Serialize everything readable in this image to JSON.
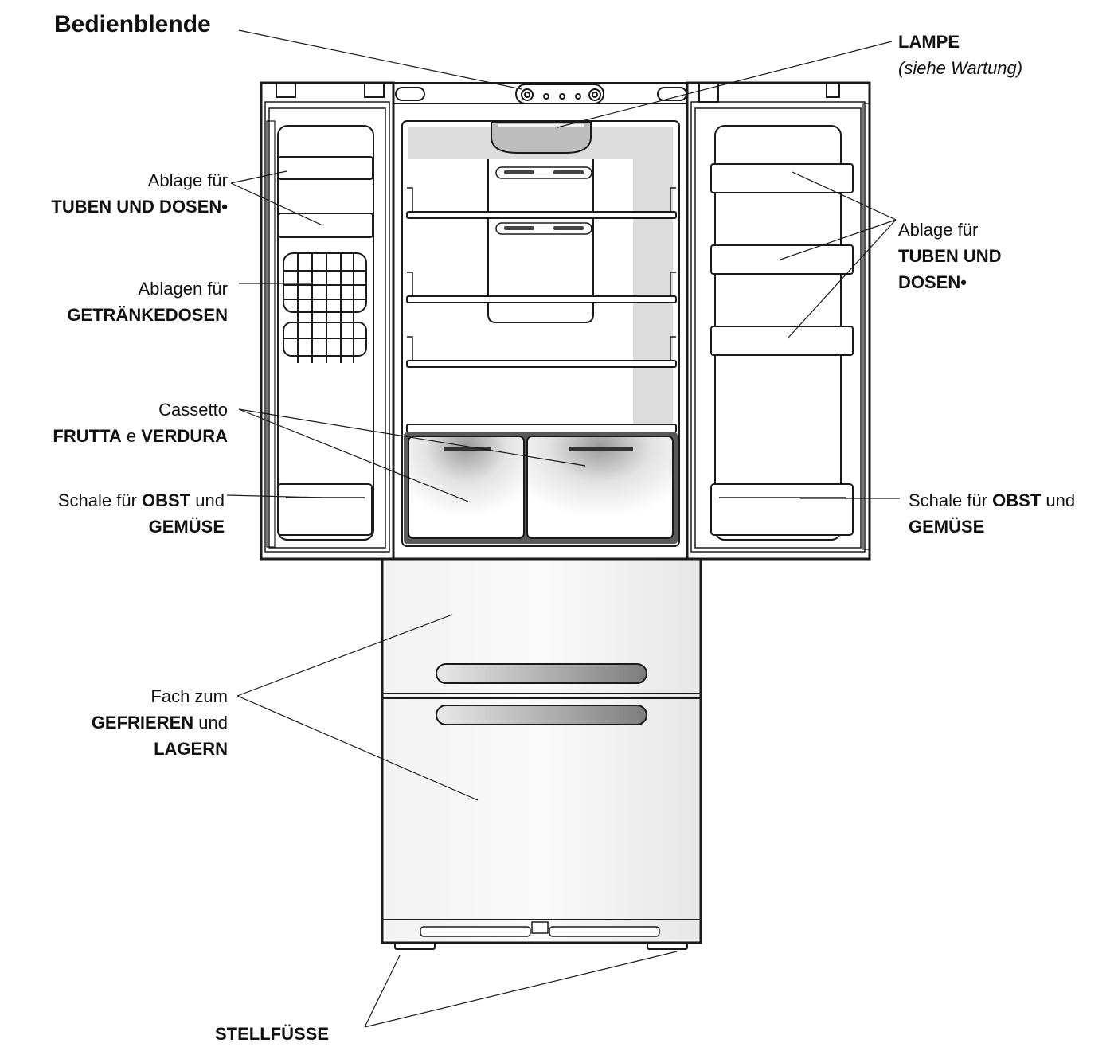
{
  "labels": {
    "control_panel": "Bedienblende",
    "lamp": {
      "title": "LAMPE",
      "note": "(siehe Wartung)"
    },
    "left_door_shelf": {
      "line1": "Ablage für",
      "line2": "TUBEN UND DOSEN•"
    },
    "right_door_shelf": {
      "line1": "Ablage für",
      "line2": "TUBEN UND",
      "line3": "DOSEN•"
    },
    "can_racks": {
      "line1": "Ablagen für",
      "line2": "GETRÄNKEDOSEN"
    },
    "crisper": {
      "line1": "Cassetto",
      "part_a": "FRUTTA",
      "part_b": " e ",
      "part_c": "VERDURA"
    },
    "fruit_bin_left": {
      "pre": "Schale für ",
      "bold": "OBST",
      "post": " und",
      "line2": "GEMÜSE"
    },
    "fruit_bin_right": {
      "pre": "Schale für ",
      "bold": "OBST",
      "post": " und",
      "line2": "GEMÜSE"
    },
    "freezer": {
      "line1": "Fach zum",
      "bold1": "GEFRIEREN",
      "post1": " und",
      "line3": "LAGERN"
    },
    "feet": "STELLFÜSSE"
  },
  "colors": {
    "outline": "#1a1a1a",
    "interior_shade": "#d9d9d9",
    "handle_dark": "#8a8a8a",
    "handle_light": "#e6e6e6"
  }
}
